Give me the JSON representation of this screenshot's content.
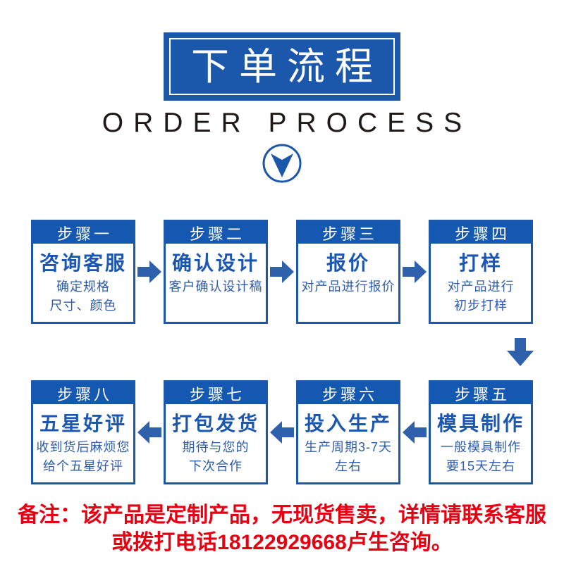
{
  "header": {
    "title": "下单流程",
    "subtitle": "ORDER PROCESS"
  },
  "steps": [
    {
      "label": "步骤一",
      "title": "咨询客服",
      "lines": [
        "确定规格",
        "尺寸、颜色"
      ]
    },
    {
      "label": "步骤二",
      "title": "确认设计",
      "lines": [
        "客户确认设计稿"
      ]
    },
    {
      "label": "步骤三",
      "title": "报价",
      "lines": [
        "对产品进行报价"
      ]
    },
    {
      "label": "步骤四",
      "title": "打样",
      "lines": [
        "对产品进行",
        "初步打样"
      ]
    },
    {
      "label": "步骤五",
      "title": "模具制作",
      "lines": [
        "一般模具制作",
        "要15天左右"
      ]
    },
    {
      "label": "步骤六",
      "title": "投入生产",
      "lines": [
        "生产周期3-7天",
        "左右"
      ]
    },
    {
      "label": "步骤七",
      "title": "打包发货",
      "lines": [
        "期待与您的",
        "下次合作"
      ]
    },
    {
      "label": "步骤八",
      "title": "五星好评",
      "lines": [
        "收到货后麻烦您",
        "给个五星好评"
      ]
    }
  ],
  "note": {
    "line1": "备注：该产品是定制产品，无现货售卖，详情请联系客服",
    "line2": "或拨打电话18122929668卢生咨询。"
  },
  "colors": {
    "primary_blue": "#1b58ac",
    "header_blue": "#1558b2",
    "arrow_blue": "#2e60ab",
    "title_text_blue": "#1b57b0",
    "body_text_blue": "#2e5dac",
    "note_red": "#e60012"
  }
}
